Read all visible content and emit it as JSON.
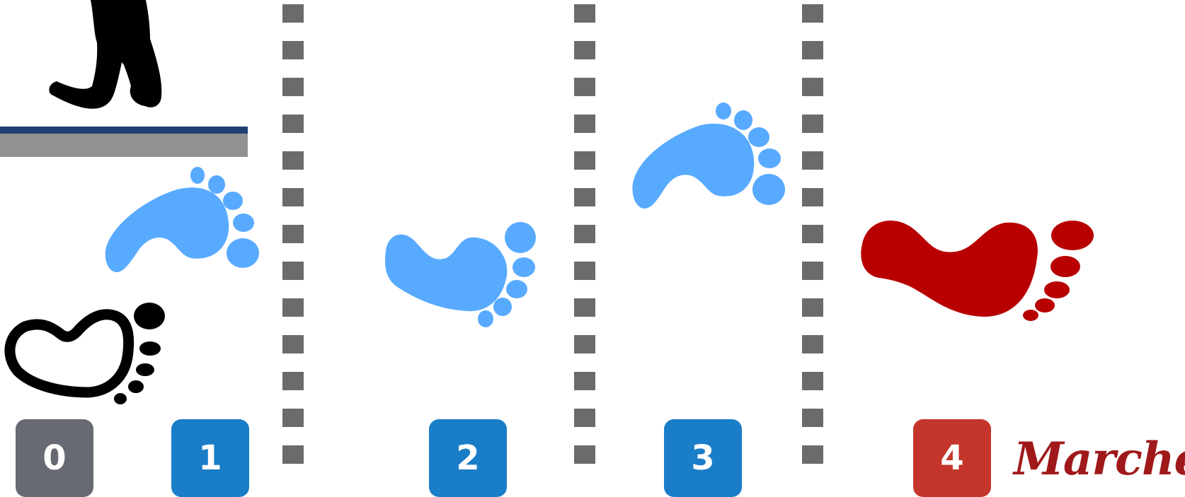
{
  "colors": {
    "footprint_blue": "#58aaff",
    "footprint_red": "#b80000",
    "footprint_black": "#000000",
    "dash_gray": "#6b6b6b",
    "badge_gray": "#676a72",
    "badge_blue": "#1a7dc8",
    "badge_red": "#c4352b",
    "platform_blue": "#1f3f73",
    "platform_gray": "#919191",
    "brand_red": "#a0191a"
  },
  "steps": [
    {
      "label": "0",
      "color": "#676a72"
    },
    {
      "label": "1",
      "color": "#1a7dc8"
    },
    {
      "label": "2",
      "color": "#1a7dc8"
    },
    {
      "label": "3",
      "color": "#1a7dc8"
    },
    {
      "label": "4",
      "color": "#c4352b"
    }
  ],
  "brand": {
    "text": "Marcher"
  }
}
